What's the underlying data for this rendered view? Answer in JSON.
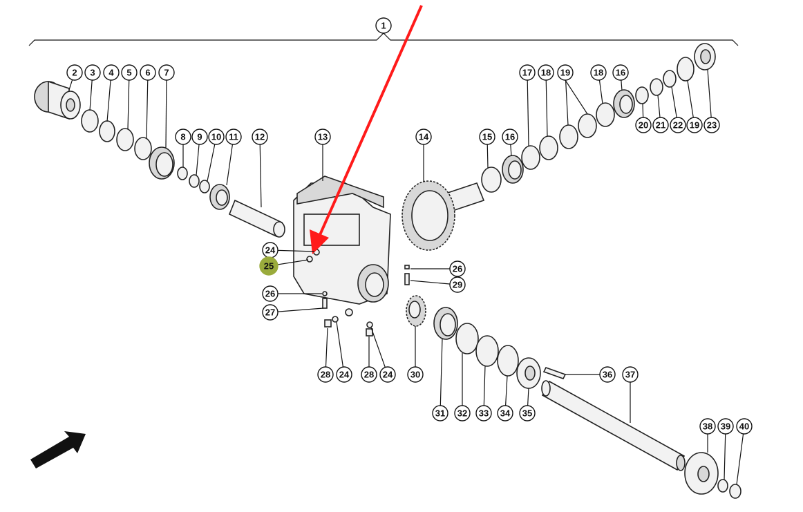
{
  "diagram": {
    "type": "exploded-parts-diagram",
    "assembly_label": "1",
    "callouts": [
      "2",
      "3",
      "4",
      "5",
      "6",
      "7",
      "8",
      "9",
      "10",
      "11",
      "12",
      "13",
      "14",
      "15",
      "16",
      "17",
      "18",
      "19",
      "18",
      "16",
      "20",
      "21",
      "22",
      "19",
      "23",
      "24",
      "25",
      "26",
      "27",
      "26",
      "29",
      "28",
      "24",
      "28",
      "24",
      "30",
      "31",
      "32",
      "33",
      "34",
      "35",
      "36",
      "37",
      "38",
      "39",
      "40"
    ],
    "highlighted_callout": "25",
    "colors": {
      "highlight": "#9aab3c",
      "pointer_arrow": "#ff1a1a",
      "direction_arrow": "#111111"
    }
  }
}
